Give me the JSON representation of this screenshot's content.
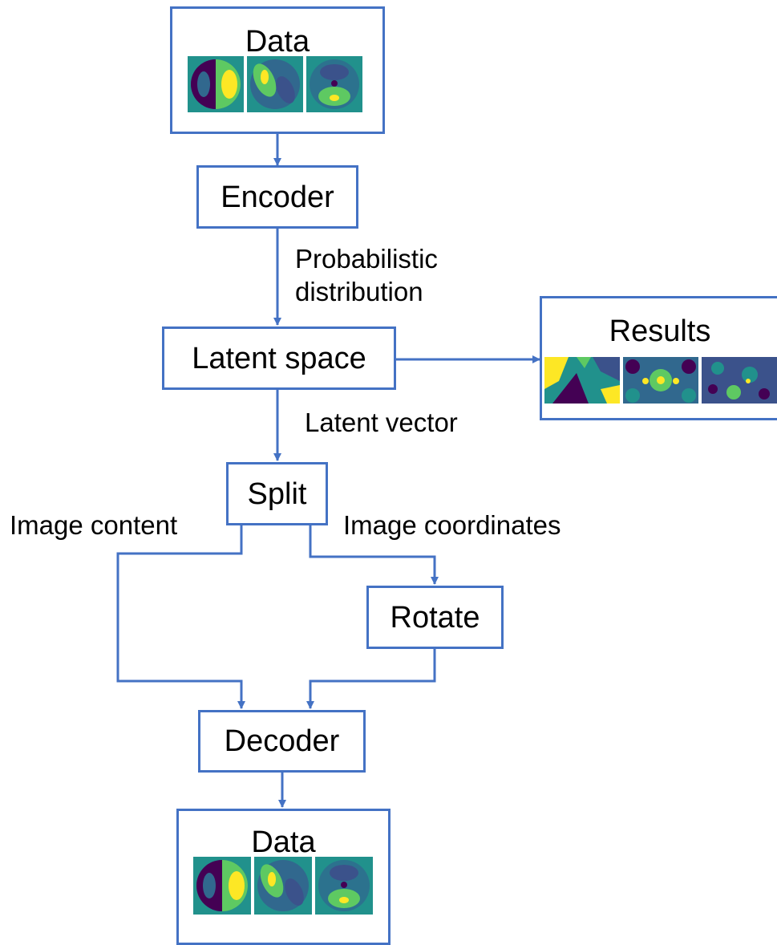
{
  "diagram": {
    "nodes": {
      "data_in": {
        "label": "Data"
      },
      "encoder": {
        "label": "Encoder"
      },
      "latent": {
        "label": "Latent space"
      },
      "results": {
        "label": "Results"
      },
      "split": {
        "label": "Split"
      },
      "rotate": {
        "label": "Rotate"
      },
      "decoder": {
        "label": "Decoder"
      },
      "data_out": {
        "label": "Data"
      }
    },
    "edge_labels": {
      "prob_line1": "Probabilistic",
      "prob_line2": "distribution",
      "latent_vector": "Latent vector",
      "image_content": "Image content",
      "image_coordinates": "Image coordinates"
    },
    "edges": [
      {
        "from": "data_in",
        "to": "encoder"
      },
      {
        "from": "encoder",
        "to": "latent",
        "label": "Probabilistic distribution"
      },
      {
        "from": "latent",
        "to": "results"
      },
      {
        "from": "latent",
        "to": "split",
        "label": "Latent vector"
      },
      {
        "from": "split",
        "to": "decoder",
        "label": "Image content"
      },
      {
        "from": "split",
        "to": "rotate",
        "label": "Image coordinates"
      },
      {
        "from": "rotate",
        "to": "decoder"
      },
      {
        "from": "decoder",
        "to": "data_out"
      }
    ],
    "colors": {
      "line": "#4472C4",
      "heatmap_dark": "#440154",
      "heatmap_mid": "#21918c",
      "heatmap_bright": "#fde725"
    }
  }
}
